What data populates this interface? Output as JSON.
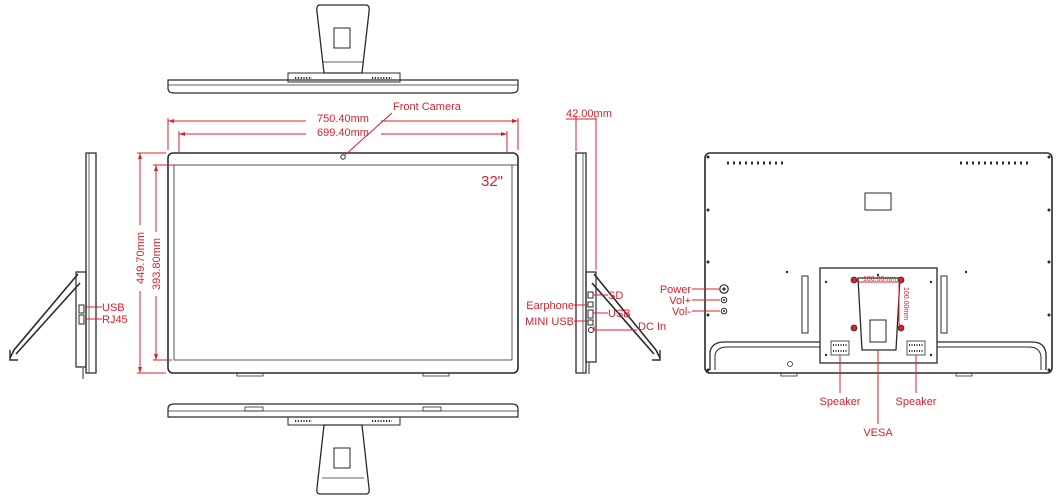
{
  "labels": {
    "width_outer": "750.40mm",
    "width_inner": "699.40mm",
    "height_outer": "449.70mm",
    "height_inner": "393.80mm",
    "depth": "42.00mm",
    "front_camera": "Front Camera",
    "screen_size": "32\"",
    "left_usb": "USB",
    "left_rj45": "RJ45",
    "right_sd": "SD",
    "right_earphone": "Earphone",
    "right_usb": "USB",
    "right_mini_usb": "MINI USB",
    "right_dc_in": "DC In",
    "power": "Power",
    "vol_plus": "Vol+",
    "vol_minus": "Vol-",
    "vesa_h": "100.00mm",
    "vesa_v": "100.00mm",
    "speaker_left": "Speaker",
    "speaker_right": "Speaker",
    "vesa": "VESA"
  },
  "colors": {
    "annotation": "#d9212b",
    "line": "#2a2a2a"
  }
}
